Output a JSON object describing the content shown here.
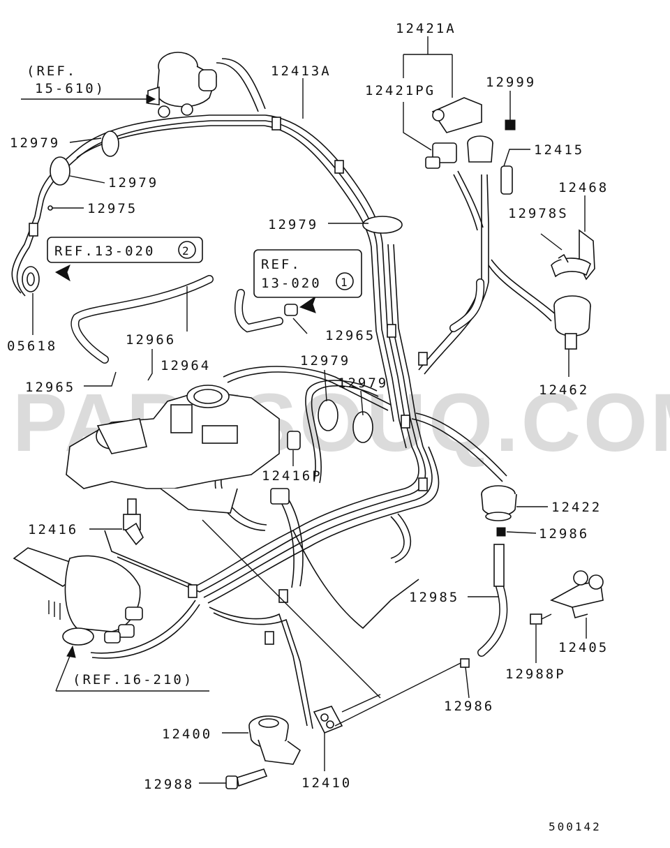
{
  "watermark": "PARTSOUQ.COM",
  "diagram_id": "500142",
  "refs": {
    "r15610_a": "(REF.",
    "r15610_b": "15-610)",
    "r13020_2": "REF.13-020",
    "r13020_2_circle": "2",
    "r13020_1_a": "REF.",
    "r13020_1_b": "13-020",
    "r13020_1_circle": "1",
    "r16210": "(REF.16-210)"
  },
  "parts": {
    "p12421A": "12421A",
    "p12421PG": "12421PG",
    "p12999": "12999",
    "p12413A": "12413A",
    "p12415": "12415",
    "p12468": "12468",
    "p12978S": "12978S",
    "p12979_a": "12979",
    "p12979_b": "12979",
    "p12975": "12975",
    "p12979_c": "12979",
    "p05618": "05618",
    "p12965_a": "12965",
    "p12966": "12966",
    "p12964": "12964",
    "p12965_b": "12965",
    "p12979_d": "12979",
    "p12979_e": "12979",
    "p12462": "12462",
    "p12416P": "12416P",
    "p12422": "12422",
    "p12986_a": "12986",
    "p12416": "12416",
    "p12985": "12985",
    "p12405": "12405",
    "p12988P": "12988P",
    "p12986_b": "12986",
    "p12400": "12400",
    "p12988": "12988",
    "p12410": "12410"
  }
}
